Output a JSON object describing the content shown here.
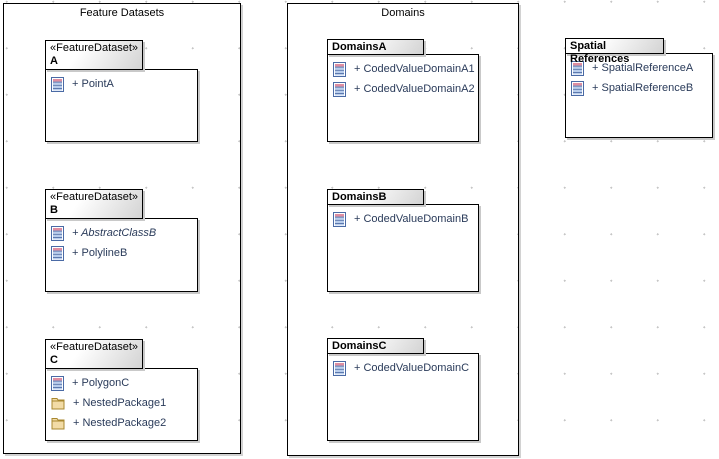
{
  "diagram": {
    "frames": [
      {
        "title": "Feature Datasets",
        "packages": [
          {
            "stereotype": "«FeatureDataset»",
            "name": "A",
            "items": [
              {
                "icon": "table-icon",
                "label": "+ PointA"
              }
            ]
          },
          {
            "stereotype": "«FeatureDataset»",
            "name": "B",
            "items": [
              {
                "icon": "table-icon",
                "label": "+ AbstractClassB"
              },
              {
                "icon": "table-icon",
                "label": "+ PolylineB"
              }
            ]
          },
          {
            "stereotype": "«FeatureDataset»",
            "name": "C",
            "items": [
              {
                "icon": "table-icon",
                "label": "+ PolygonC"
              },
              {
                "icon": "folder-icon",
                "label": "+ NestedPackage1"
              },
              {
                "icon": "folder-icon",
                "label": "+ NestedPackage2"
              }
            ]
          }
        ]
      },
      {
        "title": "Domains",
        "packages": [
          {
            "name": "DomainsA",
            "items": [
              {
                "icon": "table-icon",
                "label": "+ CodedValueDomainA1"
              },
              {
                "icon": "table-icon",
                "label": "+ CodedValueDomainA2"
              }
            ]
          },
          {
            "name": "DomainsB",
            "items": [
              {
                "icon": "table-icon",
                "label": "+ CodedValueDomainB"
              }
            ]
          },
          {
            "name": "DomainsC",
            "items": [
              {
                "icon": "table-icon",
                "label": "+ CodedValueDomainC"
              }
            ]
          }
        ]
      }
    ],
    "standalone_packages": [
      {
        "name": "Spatial References",
        "items": [
          {
            "icon": "table-icon",
            "label": "+ SpatialReferenceA"
          },
          {
            "icon": "table-icon",
            "label": "+ SpatialReferenceB"
          }
        ]
      }
    ],
    "colors": {
      "border": "#000000",
      "tab_gradient_start": "#ffffff",
      "tab_gradient_end": "#c9c9c9",
      "item_text": "#2a3b5a",
      "shadow": "#c9c9c9",
      "table_icon_border": "#4a6aa5",
      "table_icon_top_row": "#df8da1",
      "table_icon_row": "#b9cdec",
      "folder_icon_fill": "#f2dba6",
      "folder_icon_stroke": "#a8872f"
    }
  }
}
